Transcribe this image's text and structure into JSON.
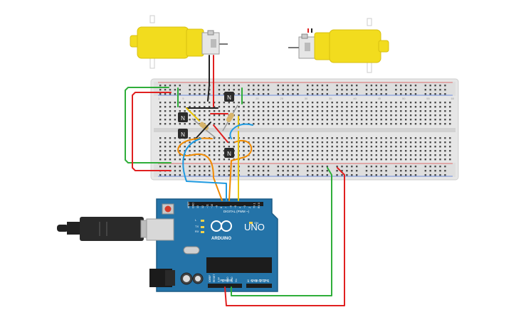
{
  "board": {
    "logo_text": "ARDUINO",
    "model_text": "UNO",
    "digital_header_label": "DIGITAL (PWM ~)",
    "power_label": "POWER",
    "analog_label": "ANALOG IN",
    "tx_label": "TX",
    "rx_label": "RX",
    "l_label": "L",
    "on_label": "ON",
    "digital_pins": [
      "AREF",
      "GND",
      "13",
      "12",
      "~11",
      "~10",
      "~9",
      "8",
      "7",
      "~6",
      "~5",
      "4",
      "~3",
      "2",
      "TX 1",
      "RX 0"
    ],
    "power_pins": [
      "IOREF",
      "RESET",
      "3.3V",
      "5V",
      "GND",
      "GND",
      "Vin"
    ],
    "analog_pins": [
      "A0",
      "A1",
      "A2",
      "A3",
      "A4",
      "A5"
    ]
  },
  "transistors": [
    {
      "label": "N"
    },
    {
      "label": "N"
    },
    {
      "label": "N"
    },
    {
      "label": "N"
    }
  ],
  "breadboard": {
    "column_numbers": [
      "1",
      "5",
      "10",
      "15",
      "20",
      "25",
      "30",
      "35",
      "40",
      "45",
      "50",
      "55",
      "60"
    ]
  },
  "colors": {
    "wire_red": "#e02020",
    "wire_green": "#2fae3a",
    "wire_black": "#222222",
    "wire_orange": "#f08a00",
    "wire_blue": "#1f9ae0",
    "wire_yellow": "#e8c400",
    "board_blue": "#2473a8",
    "motor_yellow": "#f2dc1e",
    "breadboard": "#e4e4e4"
  }
}
